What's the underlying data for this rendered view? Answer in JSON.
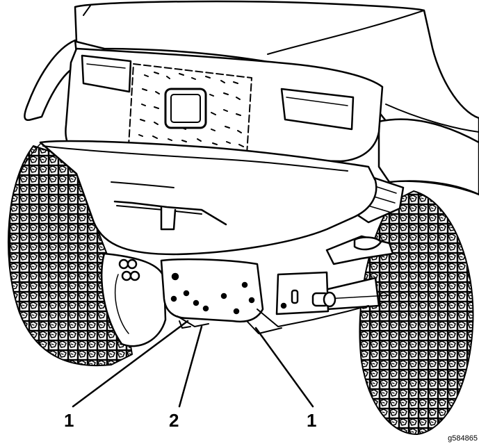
{
  "callouts": [
    {
      "label": "1"
    },
    {
      "label": "2"
    },
    {
      "label": "1"
    }
  ],
  "figure_id": "g584865",
  "colors": {
    "line": "#000000",
    "background": "#ffffff",
    "tire_tread": "#222222"
  }
}
